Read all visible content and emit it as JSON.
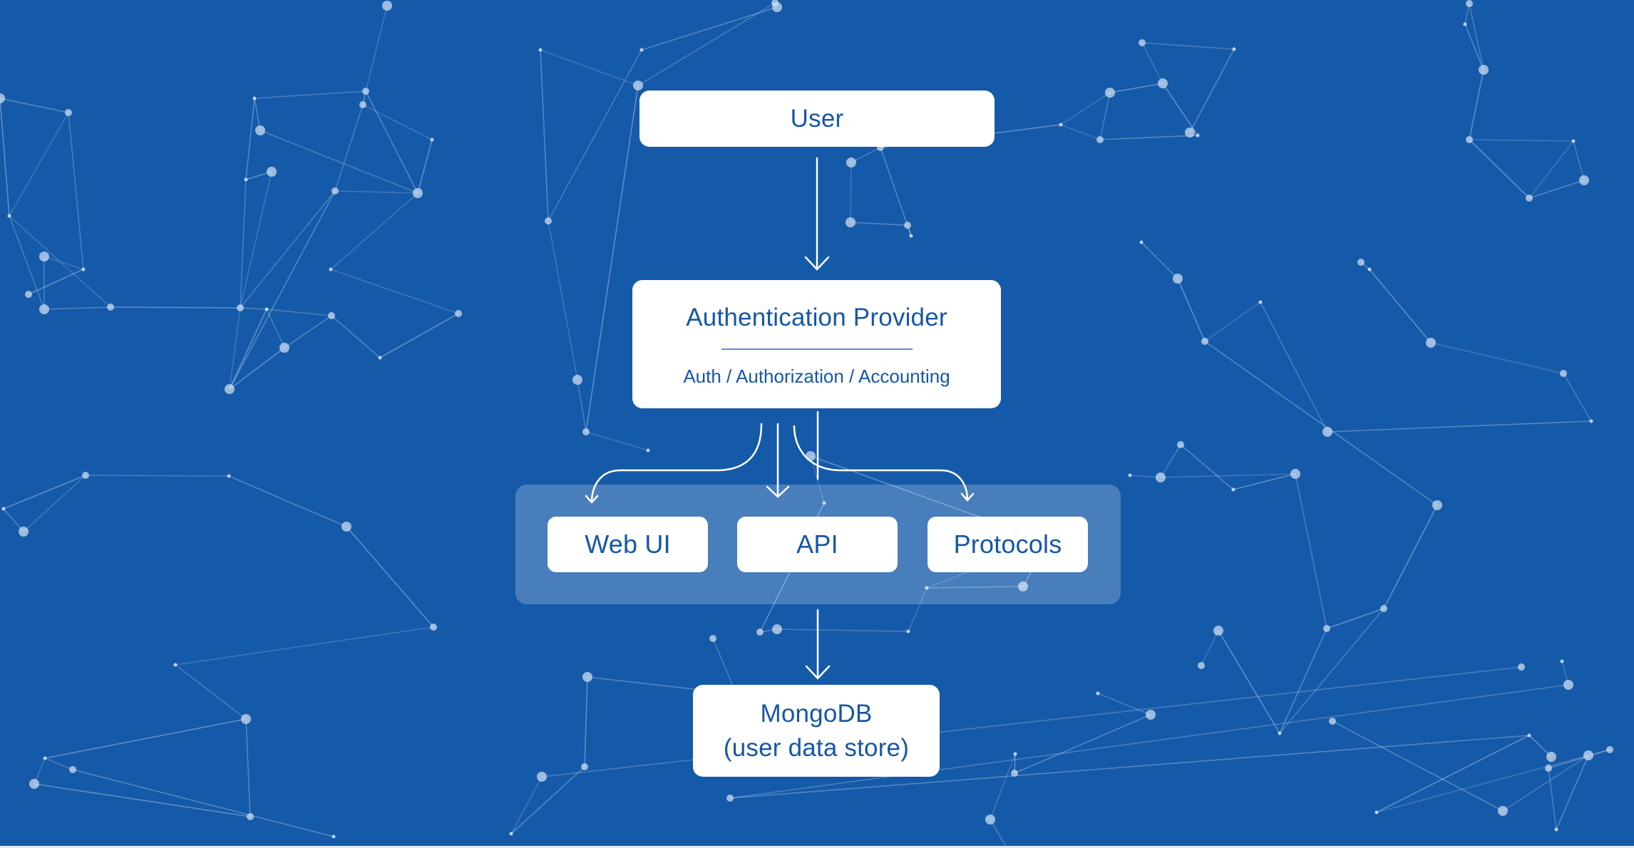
{
  "colors": {
    "background": "#155AA8",
    "node_fill": "#FFFFFF",
    "node_text": "#1557A6",
    "arrow": "#FFFFFF",
    "group_panel": "rgba(255,255,255,0.22)",
    "network_lines": "rgba(200,220,245,0.35)"
  },
  "diagram": {
    "user": {
      "label": "User"
    },
    "auth_provider": {
      "title": "Authentication Provider",
      "subtitle": "Auth / Authorization / Accounting"
    },
    "interfaces": [
      {
        "label": "Web UI"
      },
      {
        "label": "API"
      },
      {
        "label": "Protocols"
      }
    ],
    "datastore": {
      "line1": "MongoDB",
      "line2": "(user data store)"
    },
    "edges": [
      {
        "from": "User",
        "to": "Authentication Provider"
      },
      {
        "from": "Authentication Provider",
        "to": "Web UI"
      },
      {
        "from": "Authentication Provider",
        "to": "API"
      },
      {
        "from": "Authentication Provider",
        "to": "Protocols"
      },
      {
        "from": "Interfaces",
        "to": "MongoDB"
      }
    ]
  }
}
